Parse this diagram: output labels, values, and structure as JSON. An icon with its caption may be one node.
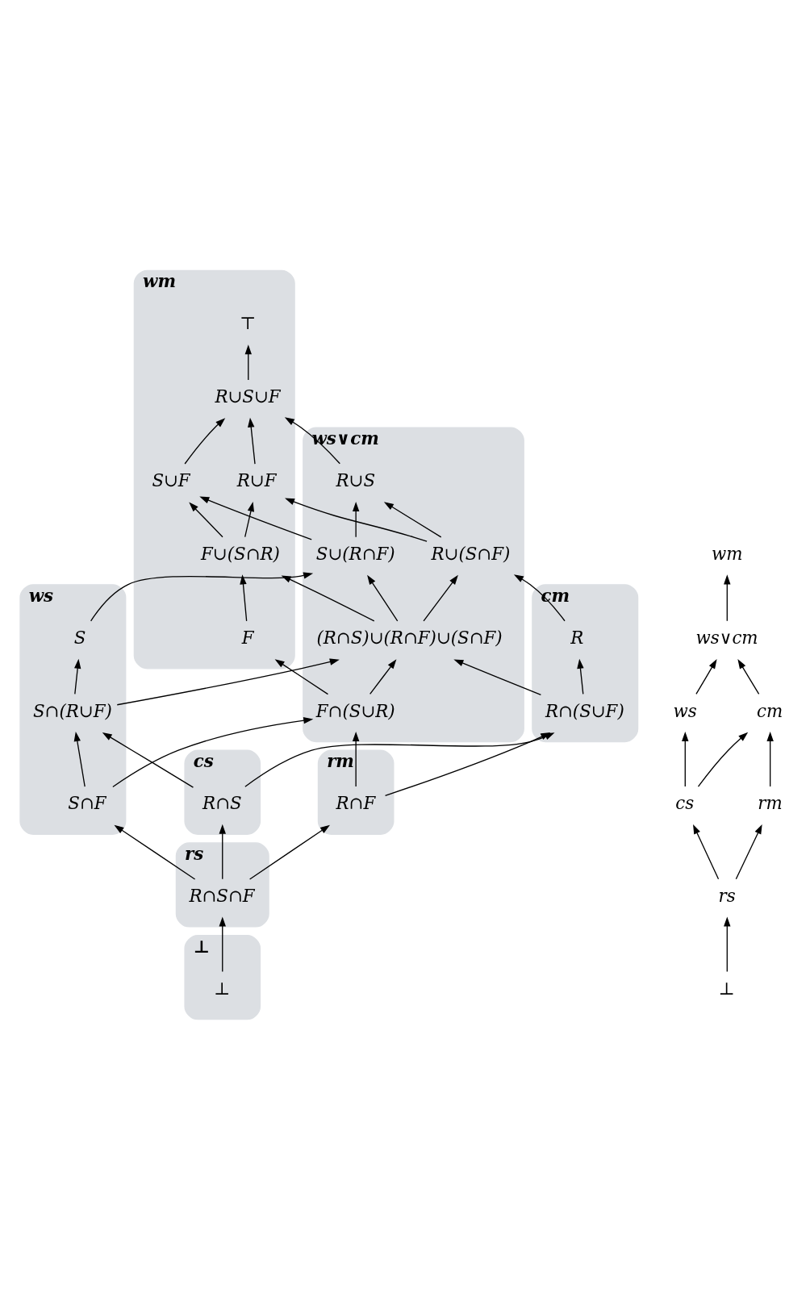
{
  "diagram": {
    "nodes": [
      {
        "text": [
          "wm"
        ]
      },
      {
        "text": [
          "⊤"
        ],
        "in": 0
      },
      {
        "text": [
          "R∪S∪F"
        ],
        "in": 0
      },
      {
        "text": [
          "R∪F"
        ],
        "in": 0
      },
      {
        "text": [
          "S∪F"
        ],
        "in": 0
      },
      {
        "text": [
          "F∪(S∩R)"
        ],
        "in": 0
      },
      {
        "text": [
          "F"
        ],
        "in": 0
      },
      {
        "text": [
          "ws∨cm"
        ]
      },
      {
        "text": [
          "R∪S"
        ],
        "in": 7
      },
      {
        "text": [
          "R∪(S∩F)"
        ],
        "in": 7
      },
      {
        "text": [
          "S∪(R∩F)"
        ],
        "in": 7
      },
      {
        "text": [
          "(R∩S)∪(R∩F)∪(S∩F)"
        ],
        "in": 7
      },
      {
        "text": [
          "F∩(S∪R)"
        ],
        "in": 7
      },
      {
        "text": [
          "cm"
        ]
      },
      {
        "text": [
          "R"
        ],
        "in": 13
      },
      {
        "text": [
          "R∩(S∪F)"
        ],
        "in": 13
      },
      {
        "text": [
          "ws"
        ]
      },
      {
        "text": [
          "S"
        ],
        "in": 16
      },
      {
        "text": [
          "S∩(R∪F)"
        ],
        "in": 16
      },
      {
        "text": [
          "S∩F"
        ],
        "in": 16
      },
      {
        "text": [
          "cs"
        ]
      },
      {
        "text": [
          "R∩S"
        ],
        "in": 20
      },
      {
        "text": [
          "rm"
        ]
      },
      {
        "text": [
          "R∩F"
        ],
        "in": 22
      },
      {
        "text": [
          "rs"
        ]
      },
      {
        "text": [
          "R∩S∩F"
        ],
        "in": 24
      },
      {
        "text": [
          "⊥"
        ]
      },
      {
        "text": [
          "⊥"
        ],
        "in": 26
      },
      {
        "text": [
          "wm"
        ]
      },
      {
        "text": [
          "ws∨cm"
        ]
      },
      {
        "text": [
          "cm"
        ]
      },
      {
        "text": [
          "ws"
        ]
      },
      {
        "text": [
          "rm"
        ]
      },
      {
        "text": [
          "cs"
        ]
      },
      {
        "text": [
          "rs"
        ]
      },
      {
        "text": [
          "⊥"
        ]
      }
    ],
    "edges": [
      {
        "from": 2,
        "to": 1,
        "arrow": "to"
      },
      {
        "from": 8,
        "to": 2,
        "arrow": "to"
      },
      {
        "from": 3,
        "to": 2,
        "arrow": "to"
      },
      {
        "from": 4,
        "to": 2,
        "arrow": "to"
      },
      {
        "from": 9,
        "to": 8,
        "arrow": "to"
      },
      {
        "from": 10,
        "to": 8,
        "arrow": "to"
      },
      {
        "from": 9,
        "to": 3,
        "arrow": "to"
      },
      {
        "from": 5,
        "to": 3,
        "arrow": "to"
      },
      {
        "from": 10,
        "to": 4,
        "arrow": "to"
      },
      {
        "from": 5,
        "to": 4,
        "arrow": "to"
      },
      {
        "from": 14,
        "to": 9,
        "arrow": "to"
      },
      {
        "from": 11,
        "to": 9,
        "arrow": "to"
      },
      {
        "from": 17,
        "to": 10,
        "arrow": "to"
      },
      {
        "from": 11,
        "to": 10,
        "arrow": "to"
      },
      {
        "from": 11,
        "to": 5,
        "arrow": "to"
      },
      {
        "from": 6,
        "to": 5,
        "arrow": "to"
      },
      {
        "from": 15,
        "to": 14,
        "arrow": "to"
      },
      {
        "from": 15,
        "to": 11,
        "arrow": "to"
      },
      {
        "from": 18,
        "to": 17,
        "arrow": "to"
      },
      {
        "from": 18,
        "to": 11,
        "arrow": "to"
      },
      {
        "from": 12,
        "to": 11,
        "arrow": "to"
      },
      {
        "from": 12,
        "to": 6,
        "arrow": "to"
      },
      {
        "from": 21,
        "to": 15,
        "arrow": "to"
      },
      {
        "from": 21,
        "to": 18,
        "arrow": "to"
      },
      {
        "from": 23,
        "to": 15,
        "arrow": "to"
      },
      {
        "from": 23,
        "to": 12,
        "arrow": "to"
      },
      {
        "from": 19,
        "to": 18,
        "arrow": "to"
      },
      {
        "from": 19,
        "to": 12,
        "arrow": "to"
      },
      {
        "from": 25,
        "to": 21,
        "arrow": "to"
      },
      {
        "from": 25,
        "to": 23,
        "arrow": "to"
      },
      {
        "from": 25,
        "to": 19,
        "arrow": "to"
      },
      {
        "from": 27,
        "to": 25,
        "arrow": "to"
      },
      {
        "from": 35,
        "to": 34,
        "arrow": "to"
      },
      {
        "from": 34,
        "to": 32,
        "arrow": "to"
      },
      {
        "from": 34,
        "to": 33,
        "arrow": "to"
      },
      {
        "from": 32,
        "to": 30,
        "arrow": "to"
      },
      {
        "from": 33,
        "to": 30,
        "arrow": "to"
      },
      {
        "from": 33,
        "to": 31,
        "arrow": "to"
      },
      {
        "from": 30,
        "to": 29,
        "arrow": "to"
      },
      {
        "from": 31,
        "to": 29,
        "arrow": "to"
      },
      {
        "from": 29,
        "to": 28,
        "arrow": "to"
      }
    ]
  }
}
